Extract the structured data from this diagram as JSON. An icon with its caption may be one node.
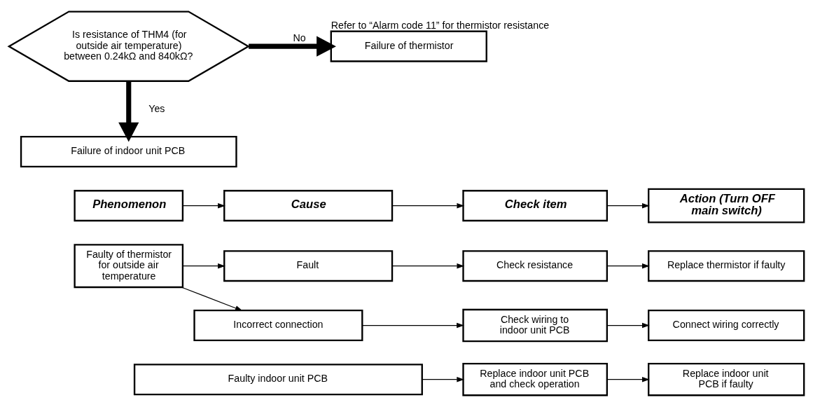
{
  "diagram": {
    "nodes": [
      {
        "text": [
          "Is resistance of THM4 (for outside air temperature) between 0.24kΩ and 840kΩ?"
        ]
      },
      {
        "text": [
          "Failure of thermistor"
        ],
        "beside": [
          "Refer to “Alarm code 11” for thermistor resistance"
        ]
      },
      {
        "text": [
          "Failure of indoor unit PCB"
        ]
      },
      {
        "text": [
          "Phenomenon"
        ]
      },
      {
        "text": [
          "Cause"
        ]
      },
      {
        "text": [
          "Check item"
        ]
      },
      {
        "text": [
          "Action (Turn OFF main switch)"
        ]
      },
      {
        "text": [
          "Faulty of thermistor for outside air temperature"
        ]
      },
      {
        "text": [
          "Fault"
        ]
      },
      {
        "text": [
          "Check resistance"
        ]
      },
      {
        "text": [
          "Replace thermistor if faulty"
        ]
      },
      {
        "text": [
          "Incorrect connection"
        ]
      },
      {
        "text": [
          "Check wiring to indoor unit PCB"
        ]
      },
      {
        "text": [
          "Connect wiring correctly"
        ]
      },
      {
        "text": [
          "Faulty indoor unit PCB"
        ]
      },
      {
        "text": [
          "Replace indoor unit PCB and check operation"
        ]
      },
      {
        "text": [
          "Replace indoor unit PCB if faulty"
        ]
      }
    ],
    "edges": [
      {
        "from": 0,
        "to": 1,
        "arrow": "to",
        "label": "No",
        "style": "thick"
      },
      {
        "from": 0,
        "to": 2,
        "arrow": "to",
        "label": "Yes",
        "style": "thick"
      },
      {
        "from": 3,
        "to": 4,
        "arrow": "to"
      },
      {
        "from": 4,
        "to": 5,
        "arrow": "to"
      },
      {
        "from": 5,
        "to": 6,
        "arrow": "to"
      },
      {
        "from": 7,
        "to": 8,
        "arrow": "to"
      },
      {
        "from": 7,
        "to": 11,
        "arrow": "to"
      },
      {
        "from": 8,
        "to": 9,
        "arrow": "to"
      },
      {
        "from": 9,
        "to": 10,
        "arrow": "to"
      },
      {
        "from": 11,
        "to": 12,
        "arrow": "to"
      },
      {
        "from": 12,
        "to": 13,
        "arrow": "to"
      },
      {
        "from": 14,
        "to": 15,
        "arrow": "to"
      },
      {
        "from": 15,
        "to": 16,
        "arrow": "to"
      }
    ]
  }
}
